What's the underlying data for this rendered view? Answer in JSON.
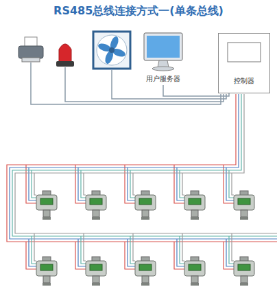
{
  "diagram": {
    "title": "RS485总线连接方式一(单条总线)",
    "nodes": [
      {
        "text": [
          "用户服务器"
        ]
      },
      {
        "text": [
          "控制器"
        ]
      }
    ],
    "edges": [
      {
        "from": 0,
        "to": 1,
        "arrow": "none"
      }
    ]
  }
}
